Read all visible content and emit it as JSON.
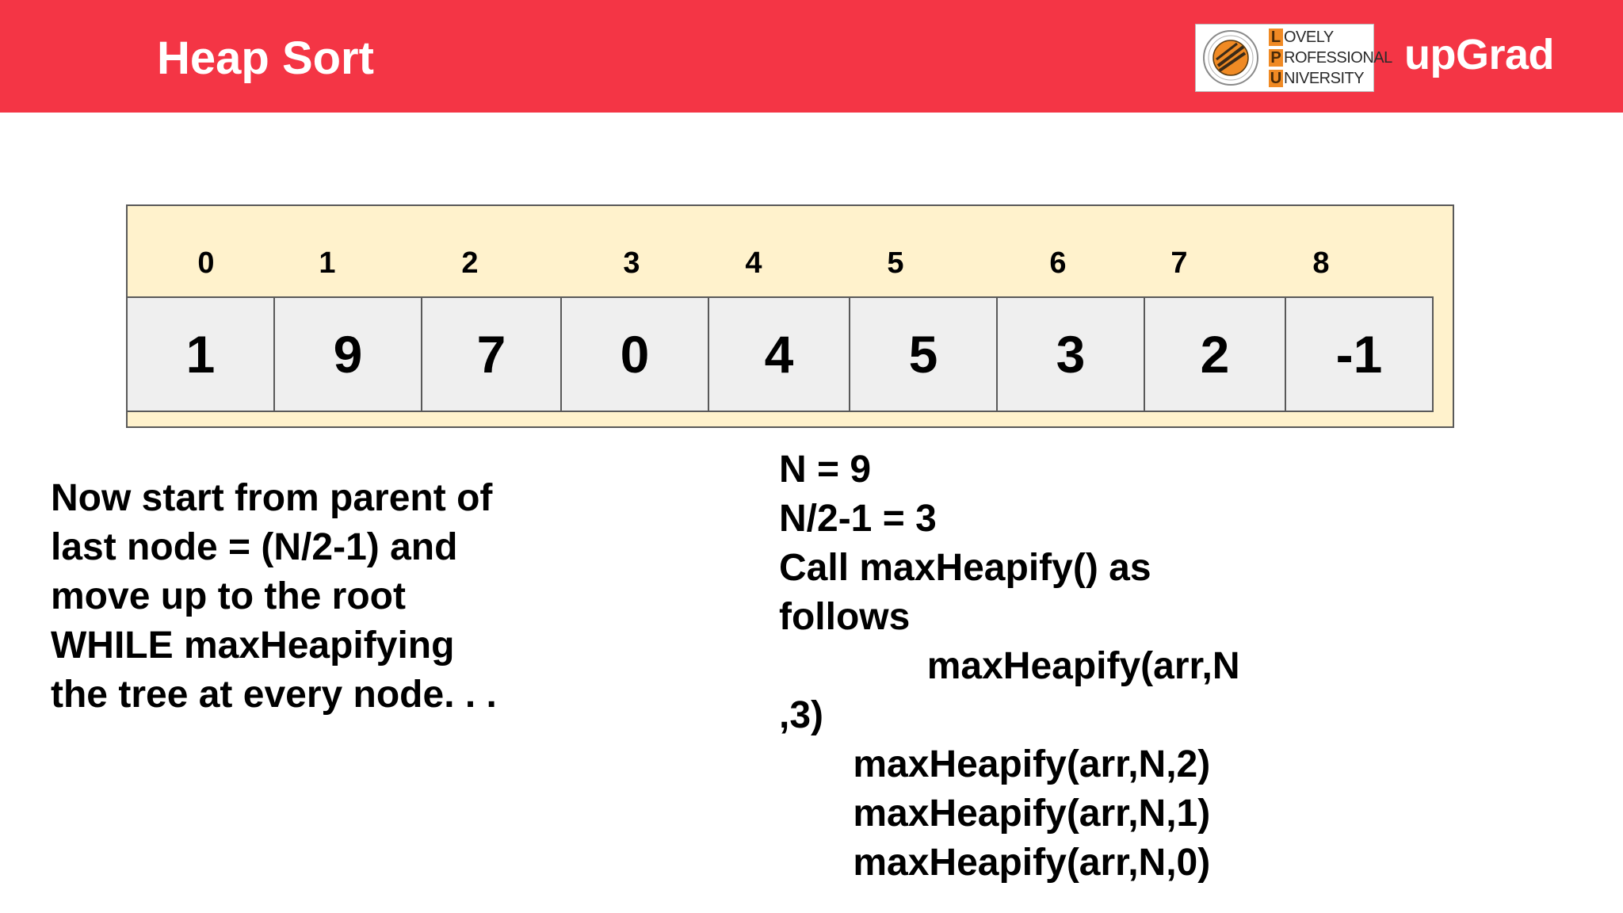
{
  "header": {
    "title": "Heap Sort",
    "background_color": "#f43545"
  },
  "logos": {
    "lpu": {
      "lines": [
        {
          "initial": "L",
          "rest": "OVELY"
        },
        {
          "initial": "P",
          "rest": "ROFESSIONAL"
        },
        {
          "initial": "U",
          "rest": "NIVERSITY"
        }
      ],
      "accent_color": "#f08a24"
    },
    "upgrad": {
      "text": "upGrad"
    }
  },
  "array": {
    "indices": [
      "0",
      "1",
      "2",
      "3",
      "4",
      "5",
      "6",
      "7",
      "8"
    ],
    "values": [
      "1",
      "9",
      "7",
      "0",
      "4",
      "5",
      "3",
      "2",
      "-1"
    ],
    "panel_color": "#fff2cc",
    "cell_color": "#efefef"
  },
  "explanation": {
    "lines": [
      "Now start from parent of",
      "last node = (N/2-1) and",
      "move up to the root",
      "WHILE maxHeapifying",
      "the tree at every node. . ."
    ]
  },
  "code": {
    "lines": [
      "N = 9",
      "N/2-1 = 3",
      "Call maxHeapify() as",
      "follows",
      "              maxHeapify(arr,N",
      ",3)",
      "       maxHeapify(arr,N,2)",
      "       maxHeapify(arr,N,1)",
      "       maxHeapify(arr,N,0)"
    ]
  }
}
